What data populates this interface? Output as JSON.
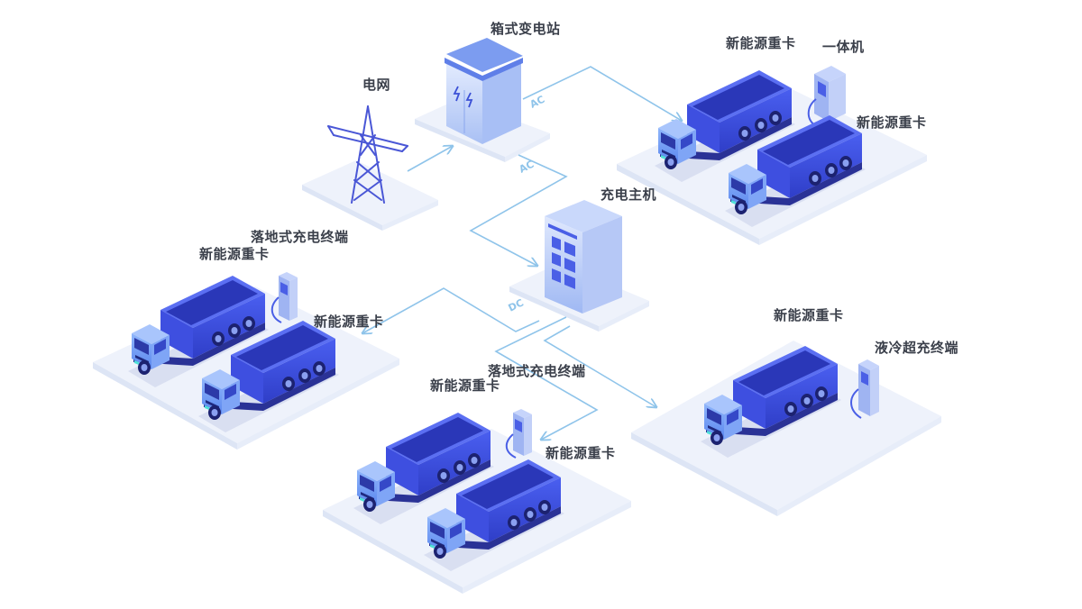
{
  "labels": {
    "grid": "电网",
    "box_substation": "箱式变电站",
    "host": "充电主机",
    "truck_tr_1": "新能源重卡",
    "integrated": "一体机",
    "truck_tr_2": "新能源重卡",
    "floor_left": "落地式充电终端",
    "truck_l_1": "新能源重卡",
    "truck_l_2": "新能源重卡",
    "floor_bottom": "落地式充电终端",
    "truck_b_1": "新能源重卡",
    "truck_b_2": "新能源重卡",
    "truck_r": "新能源重卡",
    "liquid": "液冷超充终端"
  },
  "flows": {
    "ac_1": "AC",
    "ac_2": "AC",
    "dc": "DC"
  },
  "colors": {
    "platform_top": "#eef2fb",
    "platform_side": "#dfe6f5",
    "truck_body": "#3e4fe0",
    "truck_dark": "#2a37b8",
    "truck_cab": "#6f9cf6",
    "line": "#8fc4ea",
    "text": "#3a3f4a"
  }
}
